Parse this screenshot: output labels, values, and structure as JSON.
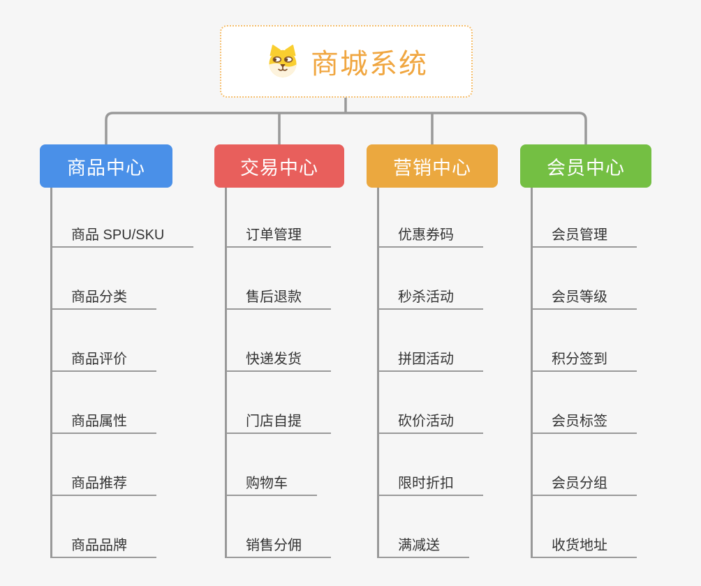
{
  "root": {
    "title": "商城系统",
    "icon": "dog-face-icon",
    "title_color": "#f0a640",
    "border_color": "#f5bd6a"
  },
  "branches": [
    {
      "name": "product-center",
      "label": "商品中心",
      "color": "#4a90e8",
      "items": [
        "商品 SPU/SKU",
        "商品分类",
        "商品评价",
        "商品属性",
        "商品推荐",
        "商品品牌"
      ]
    },
    {
      "name": "trade-center",
      "label": "交易中心",
      "color": "#e85f5c",
      "items": [
        "订单管理",
        "售后退款",
        "快递发货",
        "门店自提",
        "购物车",
        "销售分佣"
      ]
    },
    {
      "name": "marketing-center",
      "label": "营销中心",
      "color": "#eba83f",
      "items": [
        "优惠券码",
        "秒杀活动",
        "拼团活动",
        "砍价活动",
        "限时折扣",
        "满减送"
      ]
    },
    {
      "name": "member-center",
      "label": "会员中心",
      "color": "#74bf43",
      "items": [
        "会员管理",
        "会员等级",
        "积分签到",
        "会员标签",
        "会员分组",
        "收货地址"
      ]
    }
  ],
  "connector_color": "#999999",
  "item_text_color": "#333333",
  "background_color": "#f6f6f6"
}
